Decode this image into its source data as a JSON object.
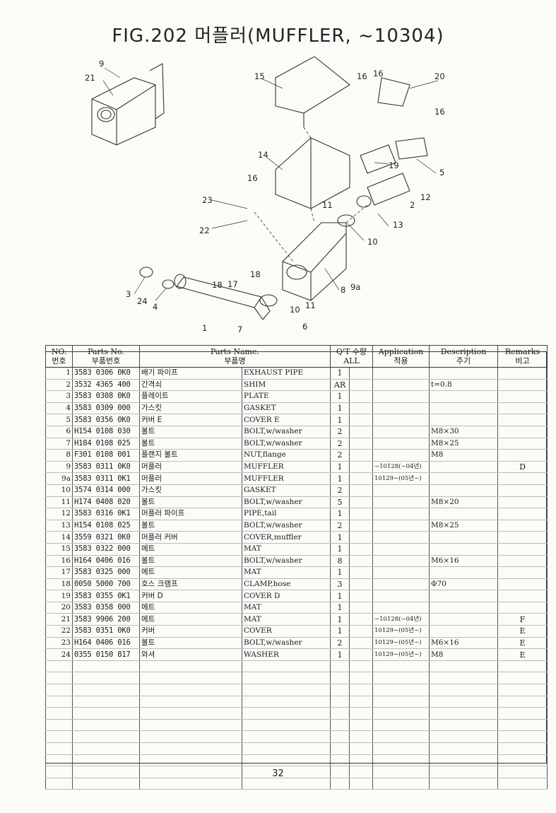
{
  "title": "FIG.202 머플러(MUFFLER, ~10304)",
  "page_number": "32",
  "diagram_callouts": [
    "21",
    "9",
    "15",
    "16",
    "16",
    "20",
    "16",
    "14",
    "19",
    "5",
    "16",
    "2",
    "12",
    "23",
    "11",
    "13",
    "22",
    "10",
    "3",
    "18",
    "24",
    "4",
    "18",
    "17",
    "9a",
    "8",
    "11",
    "10",
    "1",
    "7",
    "6"
  ],
  "table": {
    "headers": {
      "no": "NO.",
      "no_kr": "번호",
      "part_no": "Parts No.",
      "part_no_kr": "부품번호",
      "name": "Parts Name.",
      "name_kr": "부품명",
      "qty": "Q'T 수량",
      "qty_sub": "ALL",
      "application": "Application",
      "application_kr": "적용",
      "description": "Description",
      "description_kr": "주기",
      "remarks": "Remarks",
      "remarks_kr": "비고"
    },
    "rows": [
      {
        "no": "1",
        "pn": "3583 0306 0K0",
        "kr": "배기 파이프",
        "en": "EXHAUST PIPE",
        "qty": "1",
        "app": "",
        "desc": "",
        "rem": ""
      },
      {
        "no": "2",
        "pn": "3532 4365 400",
        "kr": "간격쇠",
        "en": "SHIM",
        "qty": "AR",
        "app": "",
        "desc": "t=0.8",
        "rem": ""
      },
      {
        "no": "3",
        "pn": "3583 0308 0K0",
        "kr": "플레이트",
        "en": "PLATE",
        "qty": "1",
        "app": "",
        "desc": "",
        "rem": ""
      },
      {
        "no": "4",
        "pn": "3583 0309 000",
        "kr": "가스킷",
        "en": "GASKET",
        "qty": "1",
        "app": "",
        "desc": "",
        "rem": ""
      },
      {
        "no": "5",
        "pn": "3583 0356 0K0",
        "kr": "커버 E",
        "en": "COVER E",
        "qty": "1",
        "app": "",
        "desc": "",
        "rem": ""
      },
      {
        "no": "6",
        "pn": "H154 0108 030",
        "kr": "볼트",
        "en": "BOLT,w/washer",
        "qty": "2",
        "app": "",
        "desc": "M8×30",
        "rem": ""
      },
      {
        "no": "7",
        "pn": "H184 0108 025",
        "kr": "볼트",
        "en": "BOLT,w/washer",
        "qty": "2",
        "app": "",
        "desc": "M8×25",
        "rem": ""
      },
      {
        "no": "8",
        "pn": "F301 0108 001",
        "kr": "플랜지 볼트",
        "en": "NUT,flange",
        "qty": "2",
        "app": "",
        "desc": "M8",
        "rem": ""
      },
      {
        "no": "9",
        "pn": "3583 0311 0K0",
        "kr": "머플러",
        "en": "MUFFLER",
        "qty": "1",
        "app": "~10128(~04년)",
        "desc": "",
        "rem": "D"
      },
      {
        "no": "9a",
        "pn": "3583 0311 0K1",
        "kr": "머플러",
        "en": "MUFFLER",
        "qty": "1",
        "app": "10129~(05년~)",
        "desc": "",
        "rem": ""
      },
      {
        "no": "10",
        "pn": "3574 0314 000",
        "kr": "가스킷",
        "en": "GASKET",
        "qty": "2",
        "app": "",
        "desc": "",
        "rem": ""
      },
      {
        "no": "11",
        "pn": "H174 0408 020",
        "kr": "볼트",
        "en": "BOLT,w/washer",
        "qty": "5",
        "app": "",
        "desc": "M8×20",
        "rem": ""
      },
      {
        "no": "12",
        "pn": "3583 0316 0K1",
        "kr": "머플러 파이프",
        "en": "PIPE,tail",
        "qty": "1",
        "app": "",
        "desc": "",
        "rem": ""
      },
      {
        "no": "13",
        "pn": "H154 0108 025",
        "kr": "볼트",
        "en": "BOLT,w/washer",
        "qty": "2",
        "app": "",
        "desc": "M8×25",
        "rem": ""
      },
      {
        "no": "14",
        "pn": "3559 0321 0K0",
        "kr": "머플러 커버",
        "en": "COVER,muffler",
        "qty": "1",
        "app": "",
        "desc": "",
        "rem": ""
      },
      {
        "no": "15",
        "pn": "3583 0322 000",
        "kr": "메트",
        "en": "MAT",
        "qty": "1",
        "app": "",
        "desc": "",
        "rem": ""
      },
      {
        "no": "16",
        "pn": "H164 0406 016",
        "kr": "볼트",
        "en": "BOLT,w/washer",
        "qty": "8",
        "app": "",
        "desc": "M6×16",
        "rem": ""
      },
      {
        "no": "17",
        "pn": "3583 0325 000",
        "kr": "메트",
        "en": "MAT",
        "qty": "1",
        "app": "",
        "desc": "",
        "rem": ""
      },
      {
        "no": "18",
        "pn": "0050 5000 700",
        "kr": "호스 크램프",
        "en": "CLAMP,hose",
        "qty": "3",
        "app": "",
        "desc": "Φ70",
        "rem": ""
      },
      {
        "no": "19",
        "pn": "3583 0355 0K1",
        "kr": "커버 D",
        "en": "COVER D",
        "qty": "1",
        "app": "",
        "desc": "",
        "rem": ""
      },
      {
        "no": "20",
        "pn": "3583 0358 000",
        "kr": "메트",
        "en": "MAT",
        "qty": "1",
        "app": "",
        "desc": "",
        "rem": ""
      },
      {
        "no": "21",
        "pn": "3583 9906 200",
        "kr": "메트",
        "en": "MAT",
        "qty": "1",
        "app": "~10128(~04년)",
        "desc": "",
        "rem": "F"
      },
      {
        "no": "22",
        "pn": "3583 0351 0K0",
        "kr": "커버",
        "en": "COVER",
        "qty": "1",
        "app": "10129~(05년~)",
        "desc": "",
        "rem": "E"
      },
      {
        "no": "23",
        "pn": "H164 0406 016",
        "kr": "볼트",
        "en": "BOLT,w/washer",
        "qty": "2",
        "app": "10129~(05년~)",
        "desc": "M6×16",
        "rem": "E"
      },
      {
        "no": "24",
        "pn": "0355 0150 817",
        "kr": "와셔",
        "en": "WASHER",
        "qty": "1",
        "app": "10129~(05년~)",
        "desc": "M8",
        "rem": "E"
      }
    ]
  }
}
